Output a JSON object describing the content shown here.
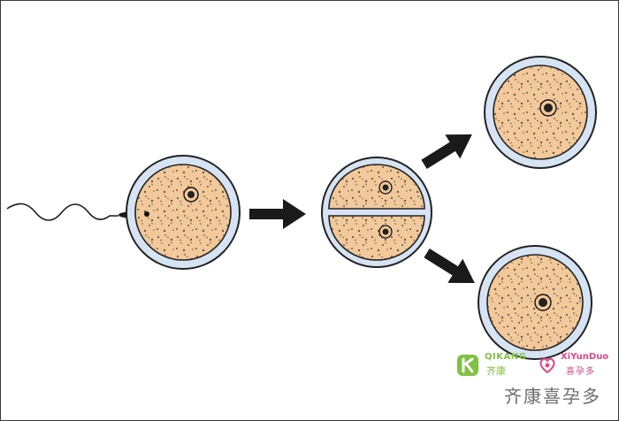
{
  "colors": {
    "zona": "#d6e3f2",
    "zona_outline": "#222222",
    "cytoplasm": "#f2c99b",
    "speckle": "#4a3a30",
    "arrow": "#1a1a1a",
    "qikang_green": "#7fc241",
    "xiyunduo_pink": "#e2468c",
    "watermark_gray": "#6d6d6d"
  },
  "logos": {
    "qikang_en": "QIKANG",
    "qikang_cn": "齐康",
    "xiyunduo_en": "XiYunDuo",
    "xiyunduo_cn": "喜孕多"
  },
  "watermark": "齐康喜孕多"
}
